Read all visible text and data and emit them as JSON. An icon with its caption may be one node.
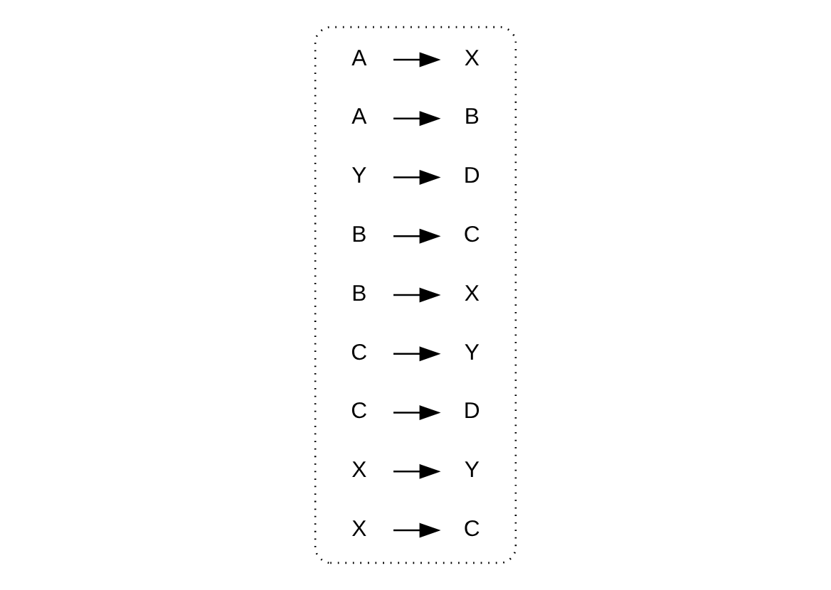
{
  "diagram": {
    "nodes": [
      {
        "text": [],
        "shape": "ellipse"
      },
      {
        "text": [
          "A"
        ],
        "in": 0
      },
      {
        "text": [
          "X"
        ],
        "in": 0
      },
      {
        "text": [
          "A"
        ],
        "in": 0
      },
      {
        "text": [
          "B"
        ],
        "in": 0
      },
      {
        "text": [
          "Y"
        ],
        "in": 0
      },
      {
        "text": [
          "D"
        ],
        "in": 0
      },
      {
        "text": [
          "B"
        ],
        "in": 0
      },
      {
        "text": [
          "C"
        ],
        "in": 0
      },
      {
        "text": [
          "B"
        ],
        "in": 0
      },
      {
        "text": [
          "X"
        ],
        "in": 0
      },
      {
        "text": [
          "C"
        ],
        "in": 0
      },
      {
        "text": [
          "Y"
        ],
        "in": 0
      },
      {
        "text": [
          "C"
        ],
        "in": 0
      },
      {
        "text": [
          "D"
        ],
        "in": 0
      },
      {
        "text": [
          "X"
        ],
        "in": 0
      },
      {
        "text": [
          "Y"
        ],
        "in": 0
      },
      {
        "text": [
          "X"
        ],
        "in": 0
      },
      {
        "text": [
          "C"
        ],
        "in": 0
      }
    ],
    "edges": [
      {
        "from": 1,
        "to": 2,
        "arrow": "to"
      },
      {
        "from": 3,
        "to": 4,
        "arrow": "to"
      },
      {
        "from": 5,
        "to": 6,
        "arrow": "to"
      },
      {
        "from": 7,
        "to": 8,
        "arrow": "to"
      },
      {
        "from": 9,
        "to": 10,
        "arrow": "to"
      },
      {
        "from": 11,
        "to": 12,
        "arrow": "to"
      },
      {
        "from": 13,
        "to": 14,
        "arrow": "to"
      },
      {
        "from": 15,
        "to": 16,
        "arrow": "to"
      },
      {
        "from": 17,
        "to": 18,
        "arrow": "to"
      }
    ]
  }
}
